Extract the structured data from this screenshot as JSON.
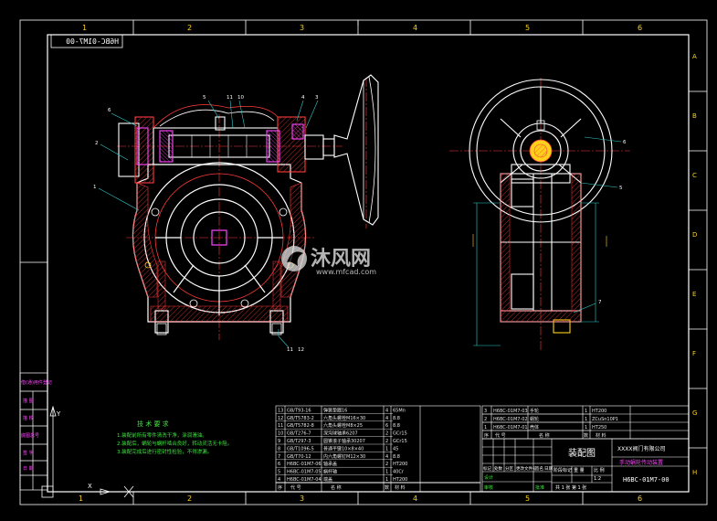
{
  "colors": {
    "background": "#000000",
    "frame": "#ffffff",
    "section_red": "#ff3b3b",
    "outline": "#ffffff",
    "leader": "#33cccc",
    "magenta": "#ff44ff",
    "yellow": "#ffd11a",
    "green": "#3fe33f",
    "table_cyan": "#33cccc"
  },
  "border": {
    "columns_top": [
      "1",
      "2",
      "3",
      "4",
      "5",
      "6"
    ],
    "columns_bottom": [
      "1",
      "2",
      "3",
      "4",
      "5",
      "6"
    ],
    "rows_right": [
      "A",
      "B",
      "C",
      "D",
      "E",
      "F",
      "G",
      "H"
    ],
    "drawing_code_mirrored": "H6BC-01M7-00"
  },
  "front_view": {
    "callouts": [
      "6",
      "2",
      "1",
      "5",
      "11",
      "10",
      "4",
      "3",
      "11",
      "12"
    ]
  },
  "side_view": {
    "callouts": [
      "6",
      "5",
      "7"
    ]
  },
  "watermark": {
    "brand": "沐风网",
    "url": "www.mfcad.com"
  },
  "tech_notes": {
    "heading": "技 术 要 求",
    "lines": [
      "1.装配前所有零件清洗干净，涂润滑油。",
      "2.装配后，蜗轮与蜗杆啮合良好，转动灵活无卡阻。",
      "3.装配完成后进行密封性检验，不得渗漏。"
    ]
  },
  "left_strip": {
    "labels": [
      "借(通)用件登记",
      "描 图",
      "描 校",
      "底图总号",
      "签 字",
      "日 期"
    ]
  },
  "parts_list_left": {
    "headers": [
      "序",
      "代    号",
      "名      称",
      "数",
      "材   料"
    ],
    "rows": [
      [
        "13",
        "GB/T93-16",
        "弹簧垫圈16",
        "4",
        "65Mn"
      ],
      [
        "12",
        "GB/T5783-2",
        "六角头螺栓M16×30",
        "4",
        "8.8"
      ],
      [
        "11",
        "GB/T5782-8",
        "六角头螺栓M8×25",
        "6",
        "8.8"
      ],
      [
        "10",
        "GB/T276-7",
        "深沟球轴承6207",
        "2",
        "GCr15"
      ],
      [
        "9",
        "GB/T297-3",
        "圆锥滚子轴承30207",
        "2",
        "GCr15"
      ],
      [
        "8",
        "GB/T1096-5",
        "普通平键10×8×40",
        "1",
        "45"
      ],
      [
        "7",
        "GB/T70-12",
        "内六角螺钉M12×30",
        "4",
        "8.8"
      ],
      [
        "6",
        "H6BC-01M7-06",
        "轴承盖",
        "2",
        "HT200"
      ],
      [
        "5",
        "H6BC-01M7-05",
        "蜗杆轴",
        "1",
        "40Cr"
      ],
      [
        "4",
        "H6BC-01M7-04",
        "端盖",
        "1",
        "HT200"
      ]
    ]
  },
  "parts_list_right": {
    "headers": [
      "序",
      "代    号",
      "名  称",
      "数",
      "材   料"
    ],
    "rows": [
      [
        "3",
        "H6BC-01M7-03",
        "手轮",
        "1",
        "HT200"
      ],
      [
        "2",
        "H6BC-01M7-02",
        "蜗轮",
        "1",
        "ZCuSn10P1"
      ],
      [
        "1",
        "H6BC-01M7-01",
        "壳体",
        "1",
        "HT250"
      ]
    ]
  },
  "title_block": {
    "title": "装配图",
    "company": "XXXX阀门有限公司",
    "product": "手动蜗轮传动装置",
    "drawing_no": "H6BC-01M7-00",
    "scale_label": "比 例",
    "scale": "1:2",
    "weight_label": "重 量",
    "sheet_label": "共 1 张  第 1 张",
    "rows": [
      "标记",
      "处数",
      "分区",
      "更改文件号",
      "签名",
      "日期"
    ],
    "designer": "设计",
    "checker": "审核",
    "approver": "批准",
    "stage": "阶段标记"
  },
  "coord_icon": {
    "y_label": "Y",
    "x_label": "X"
  }
}
